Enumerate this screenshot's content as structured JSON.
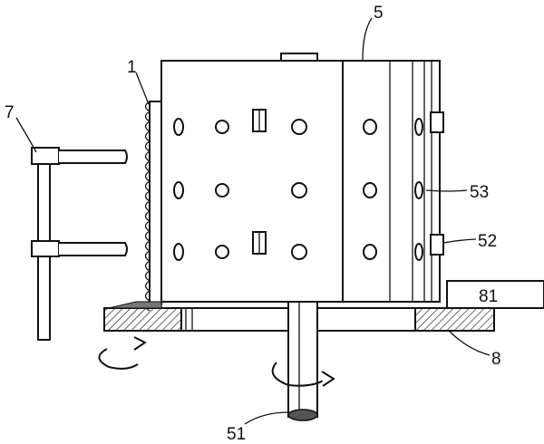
{
  "labels": {
    "drum": "5",
    "plate": "1",
    "clamp": "7",
    "holes": "53",
    "tabs": "52",
    "block": "81",
    "base": "8",
    "shaft": "51"
  }
}
